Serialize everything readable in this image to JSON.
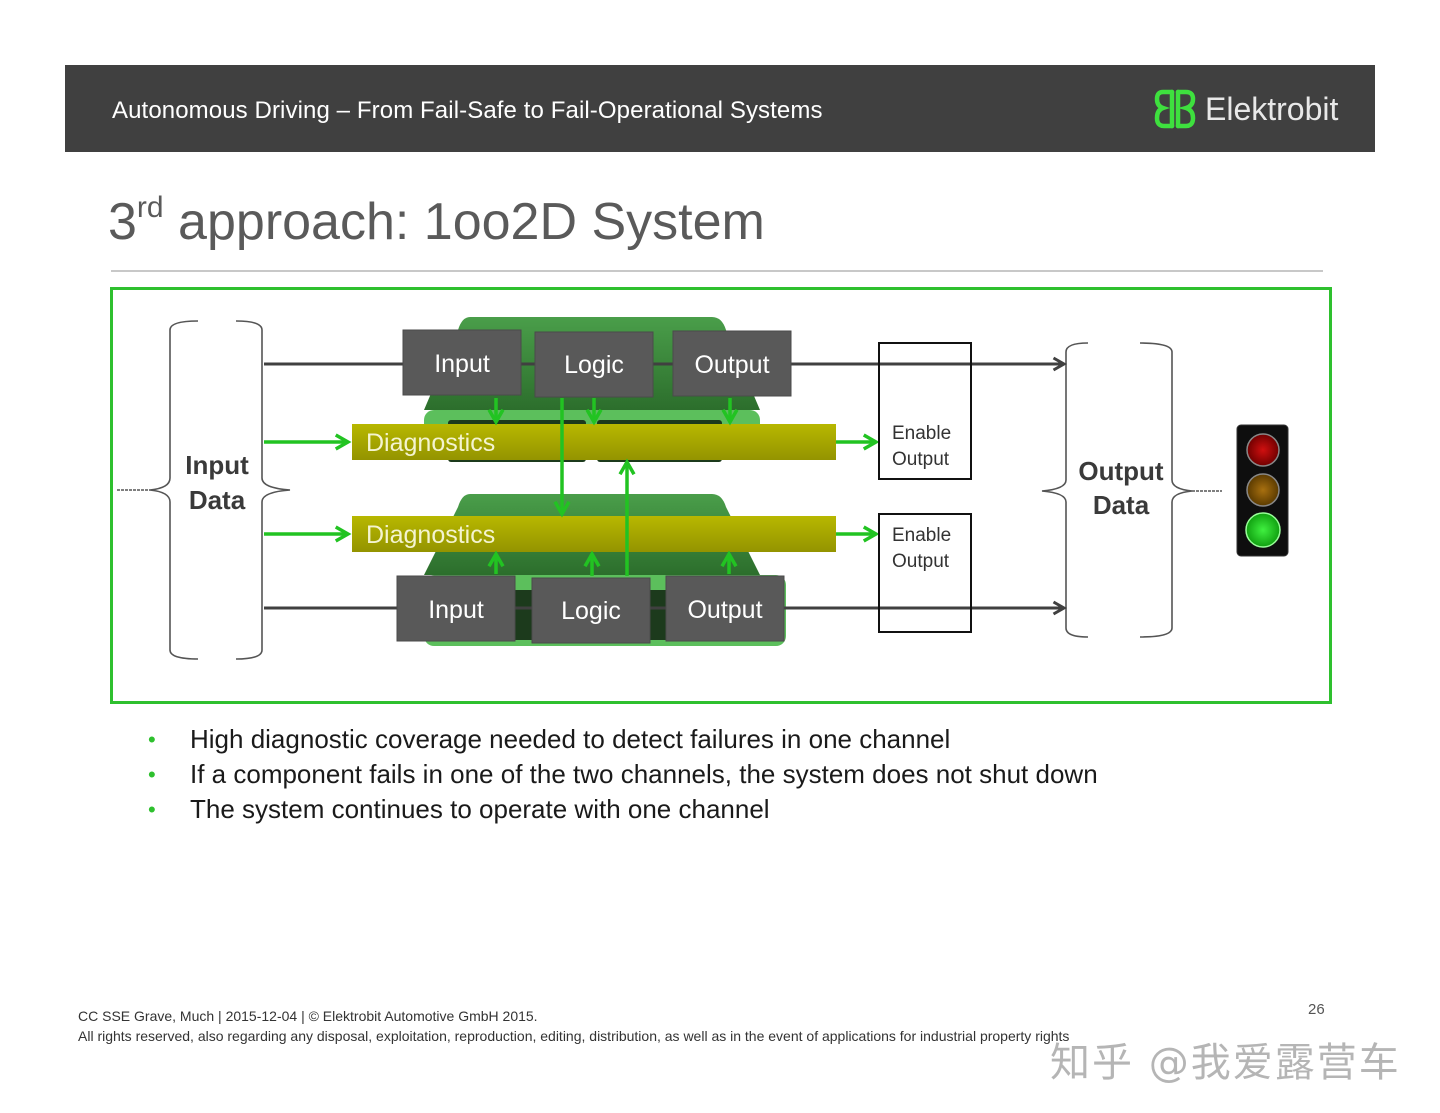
{
  "header": {
    "title": "Autonomous Driving – From Fail-Safe to Fail-Operational Systems",
    "logo_text": "Elektrobit",
    "logo_icon": "elektrobit-eb-icon",
    "logo_color": "#3ee03e",
    "background": "#404040"
  },
  "slide": {
    "title_prefix": "3",
    "title_superscript": "rd",
    "title_rest": " approach: 1oo2D System"
  },
  "diagram": {
    "frame_color": "#2ec02e",
    "input_data_label_line1": "Input",
    "input_data_label_line2": "Data",
    "output_data_label_line1": "Output",
    "output_data_label_line2": "Data",
    "channel_a": {
      "blocks": [
        "Input",
        "Logic",
        "Output"
      ],
      "diagnostics_label": "Diagnostics",
      "enable_label_line1": "Enable",
      "enable_label_line2": "Output"
    },
    "channel_b": {
      "blocks": [
        "Input",
        "Logic",
        "Output"
      ],
      "diagnostics_label": "Diagnostics",
      "enable_label_line1": "Enable",
      "enable_label_line2": "Output"
    },
    "traffic_light": {
      "icon": "traffic-light-icon",
      "active": "green",
      "colors": {
        "red": "#b00000",
        "amber": "#8a5a00",
        "green": "#22d022"
      }
    },
    "colors": {
      "block": "#595959",
      "diagnostics": "#a8a800",
      "board": "#3a8a3a",
      "arrow_green": "#22c322",
      "arrow_dark": "#404040"
    }
  },
  "bullets": [
    "High diagnostic coverage needed to detect failures in one channel",
    "If a component fails in one of the two channels, the system does not shut down",
    "The system continues to operate with one channel"
  ],
  "bullet_glyph": "•",
  "footer": {
    "line1": "CC SSE Grave, Much | 2015-12-04 | © Elektrobit Automotive GmbH 2015.",
    "line2": "All rights reserved, also regarding any disposal,  exploitation, reproduction, editing, distribution, as well as in the event of applications for industrial property rights",
    "page_number": "26"
  },
  "watermark": "知乎 @我爱露营车"
}
